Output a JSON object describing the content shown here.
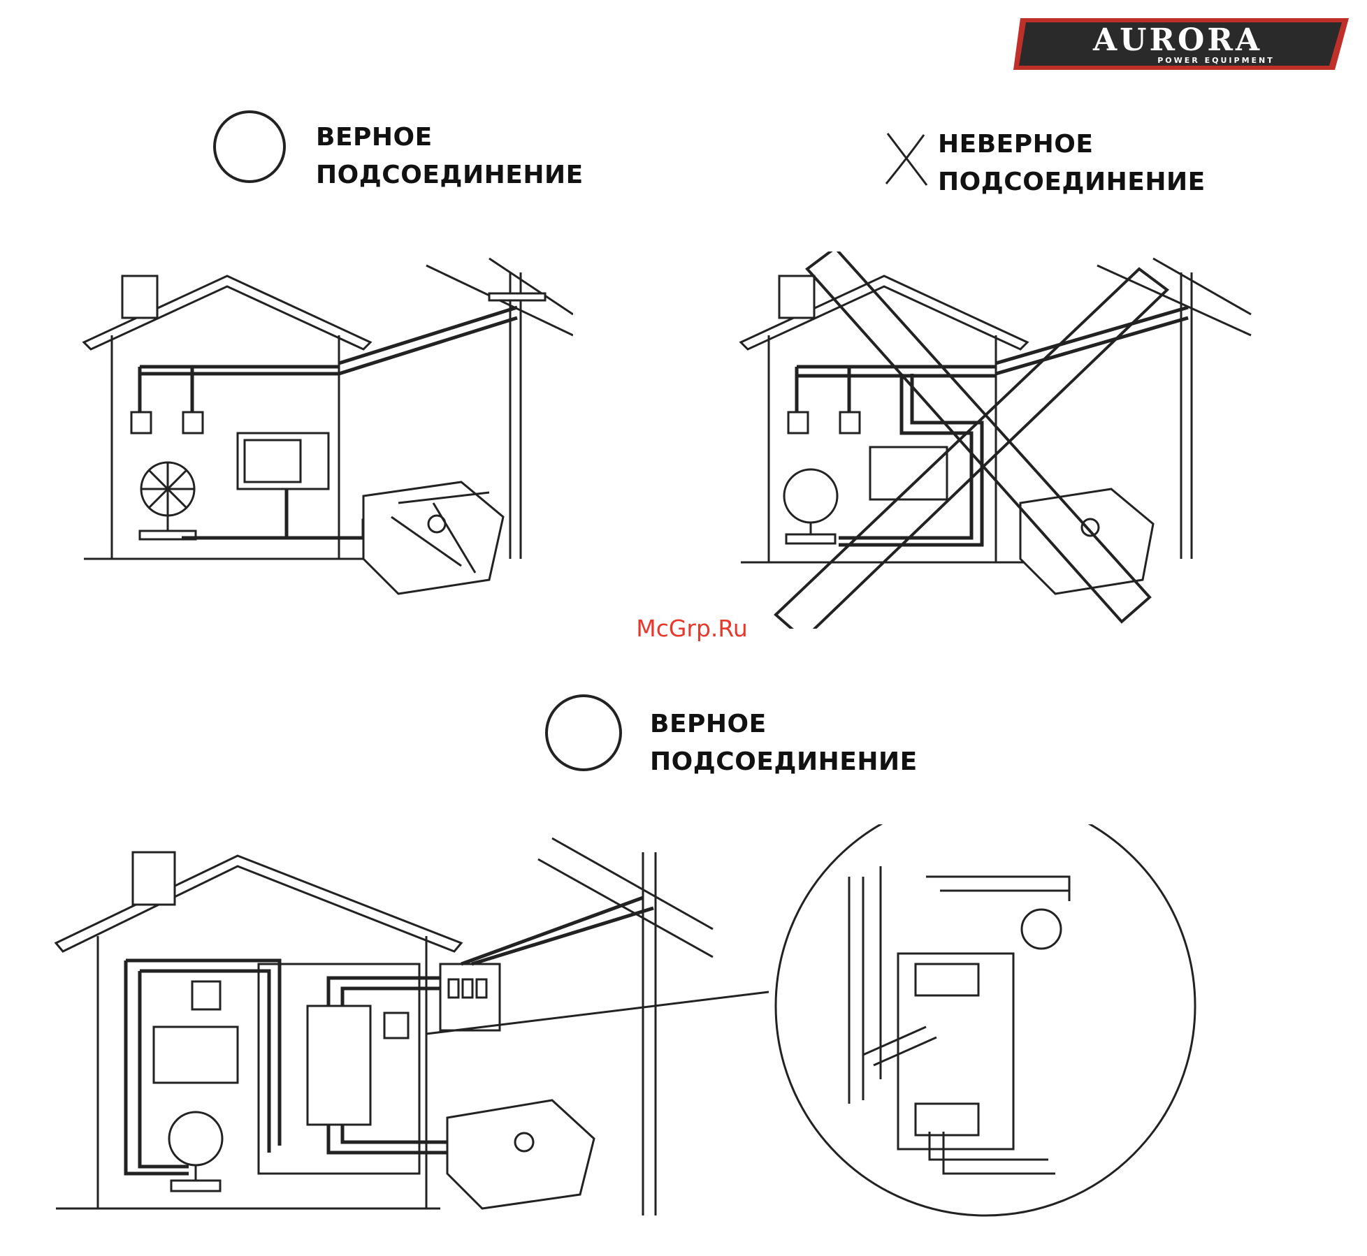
{
  "logo": {
    "brand": "AURORA",
    "tagline": "POWER EQUIPMENT"
  },
  "panels": [
    {
      "icon": "circle-mark-icon",
      "line1": "ВЕРНОЕ",
      "line2": "ПОДСОЕДИНЕНИЕ"
    },
    {
      "icon": "cross-mark-icon",
      "line1": "НЕВЕРНОЕ",
      "line2": "ПОДСОЕДИНЕНИЕ"
    },
    {
      "icon": "circle-mark-icon",
      "line1": "ВЕРНОЕ",
      "line2": "ПОДСОЕДИНЕНИЕ"
    }
  ],
  "watermark": "McGrp.Ru",
  "colors": {
    "ink": "#111111",
    "watermark": "#e8372b",
    "logo_bg": "#2a2a2a",
    "logo_border": "#c0302a"
  }
}
